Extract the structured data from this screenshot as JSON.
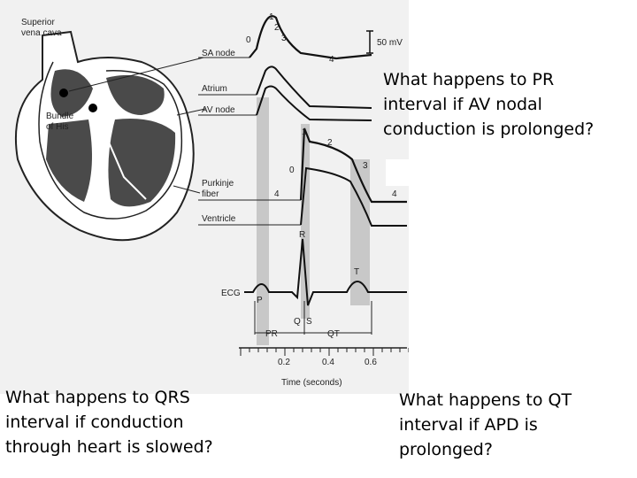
{
  "figure": {
    "labels": {
      "superior_vena_cava": "Superior\nvena cava",
      "sa_node": "SA node",
      "atrium": "Atrium",
      "av_node": "AV node",
      "bundle_of_his": "Bundle\nof His",
      "purkinje_fiber": "Purkinje\nfiber",
      "ventricle": "Ventricle",
      "ecg": "ECG",
      "scale": "50 mV",
      "time_axis": "Time (seconds)"
    },
    "phase_numbers": {
      "sa": [
        "1",
        "0",
        "2",
        "3",
        "4"
      ],
      "purkinje": [
        "1",
        "2",
        "0",
        "3",
        "4",
        "4"
      ]
    },
    "ecg_waves": [
      "P",
      "R",
      "Q",
      "S",
      "T"
    ],
    "intervals": [
      "PR",
      "QT"
    ],
    "time_ticks": [
      "0.2",
      "0.4",
      "0.6"
    ]
  },
  "questions": {
    "pr": "What happens to PR\ninterval if AV nodal\nconduction is prolonged?",
    "qrs": "What happens to QRS\ninterval if conduction\nthrough heart is slowed?",
    "qt": "What happens to QT\ninterval if APD is\nprolonged?"
  }
}
